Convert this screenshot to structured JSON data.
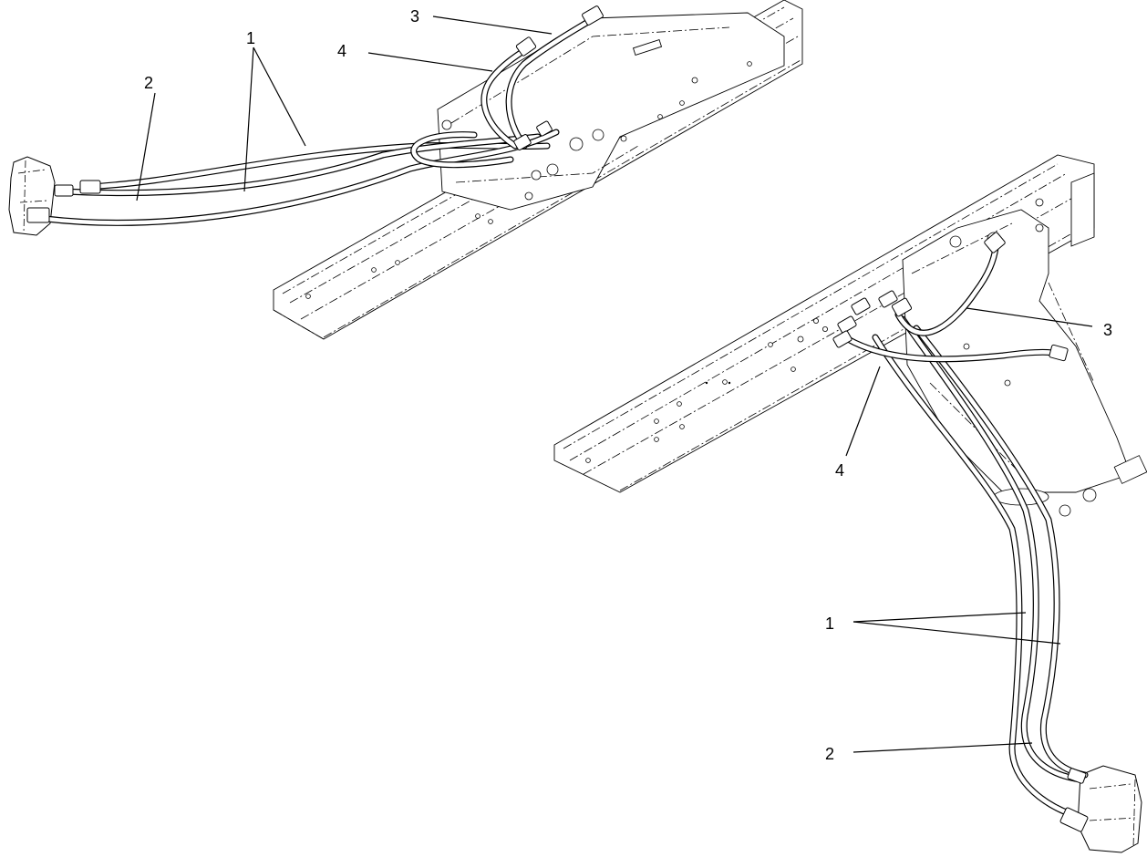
{
  "callouts": {
    "left_view": {
      "hose_1": "1",
      "hose_2": "2",
      "hose_3": "3",
      "hose_4": "4"
    },
    "right_view": {
      "hose_1": "1",
      "hose_2": "2",
      "hose_3": "3",
      "hose_4": "4"
    }
  }
}
